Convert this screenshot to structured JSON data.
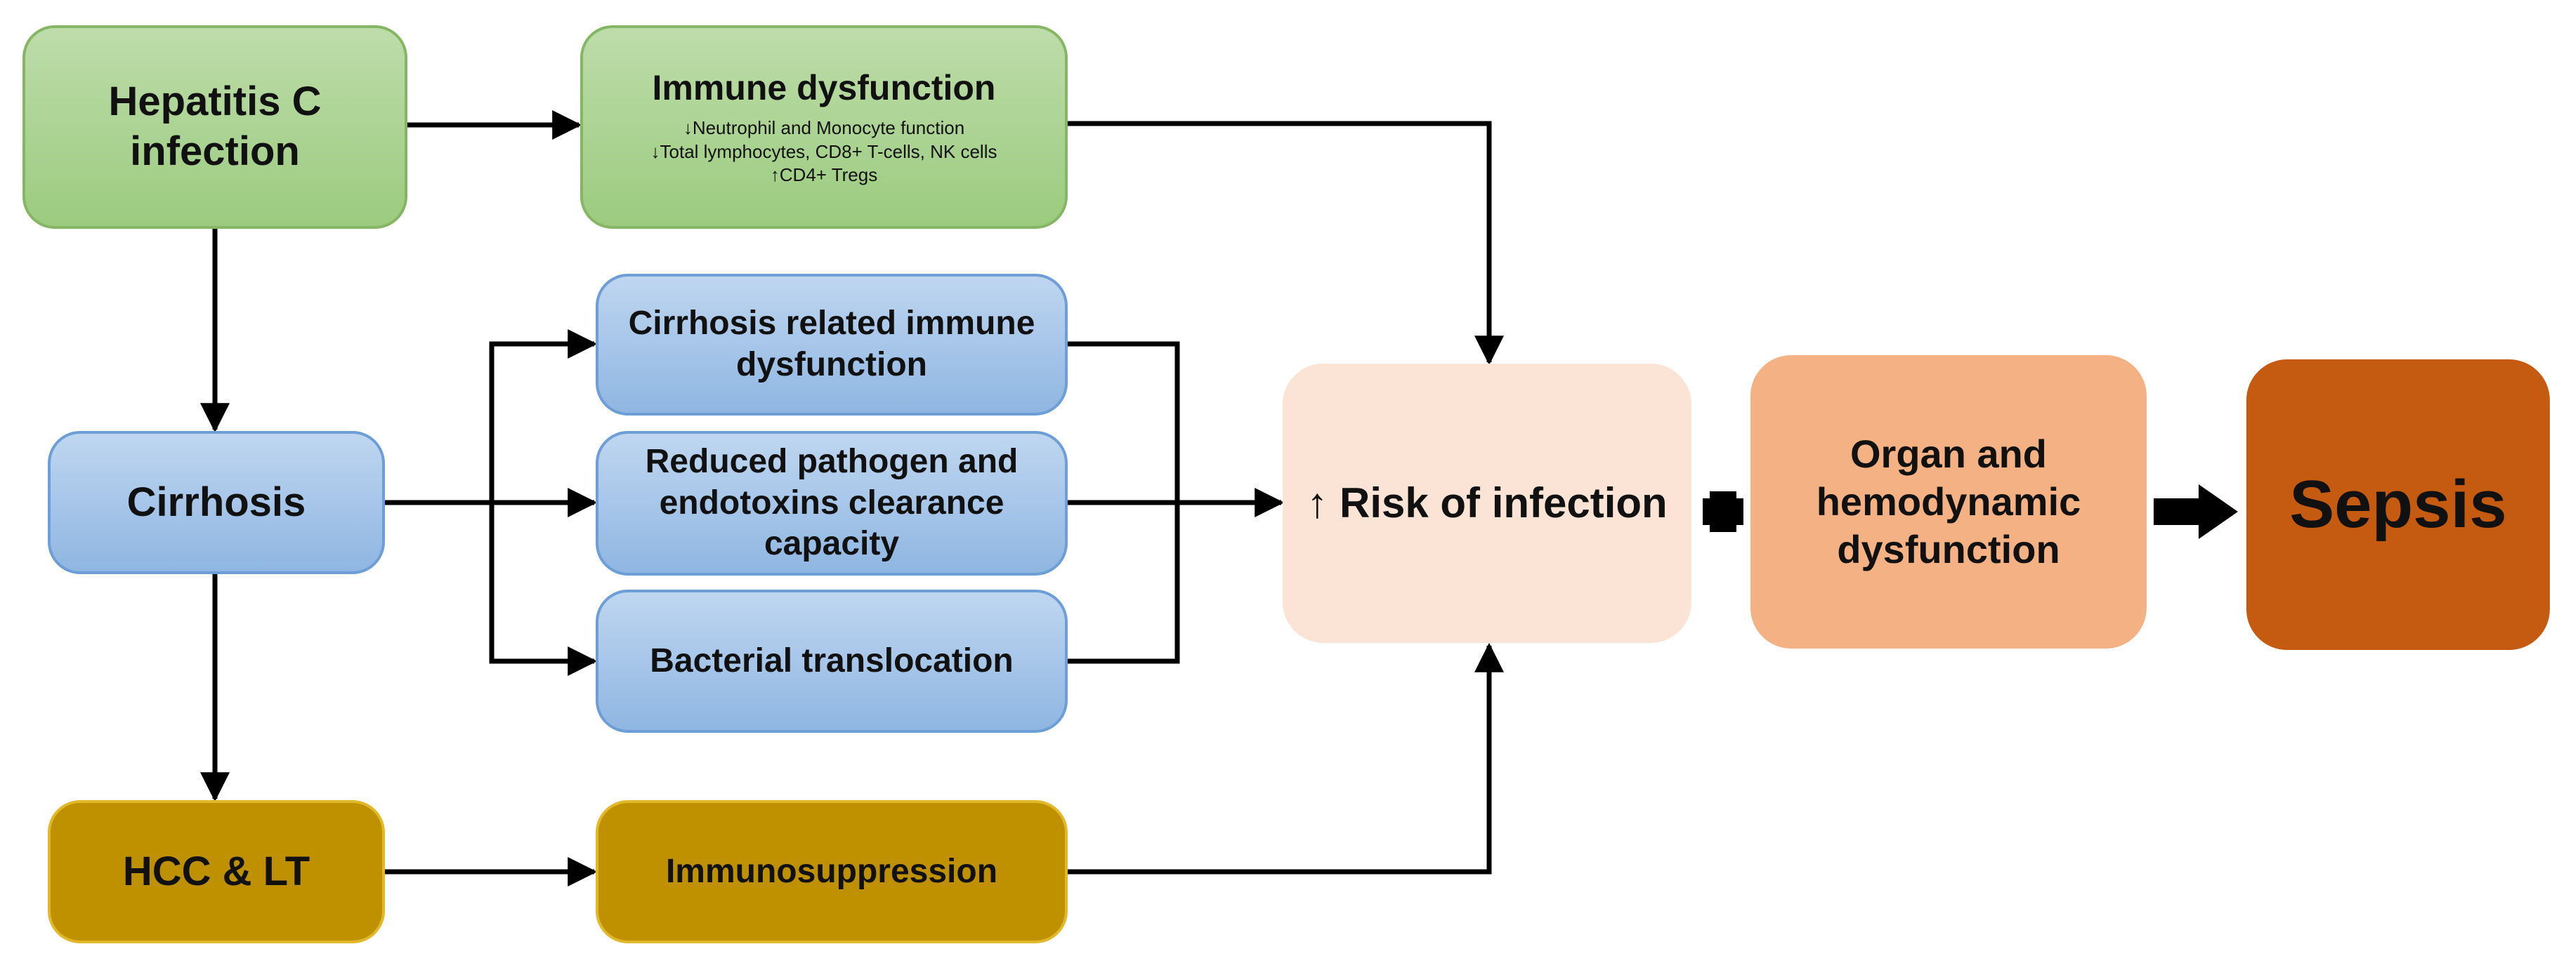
{
  "diagram": {
    "nodes": {
      "hepatitis_c": "Hepatitis C infection",
      "immune_dysfunction": {
        "title": "Immune dysfunction",
        "details": [
          "↓Neutrophil and Monocyte function",
          "↓Total lymphocytes, CD8+ T-cells, NK cells",
          "↑CD4+ Tregs"
        ]
      },
      "cirrhosis": "Cirrhosis",
      "cirrhosis_immune": "Cirrhosis related immune dysfunction",
      "reduced_clearance": "Reduced pathogen and endotoxins clearance capacity",
      "bacterial_translocation": "Bacterial translocation",
      "hcc_lt": "HCC & LT",
      "immunosuppression": "Immunosuppression",
      "risk_infection": "↑ Risk of infection",
      "organ_dysfunction": "Organ and hemodynamic dysfunction",
      "sepsis": "Sepsis"
    },
    "colors": {
      "green_fill": "#a9d18e",
      "blue_fill": "#9dc3e6",
      "gold_fill": "#bf9000",
      "risk_fill": "#fbe4d5",
      "organ_fill": "#f4b183",
      "sepsis_fill": "#c55a11",
      "connector": "#000000"
    }
  }
}
